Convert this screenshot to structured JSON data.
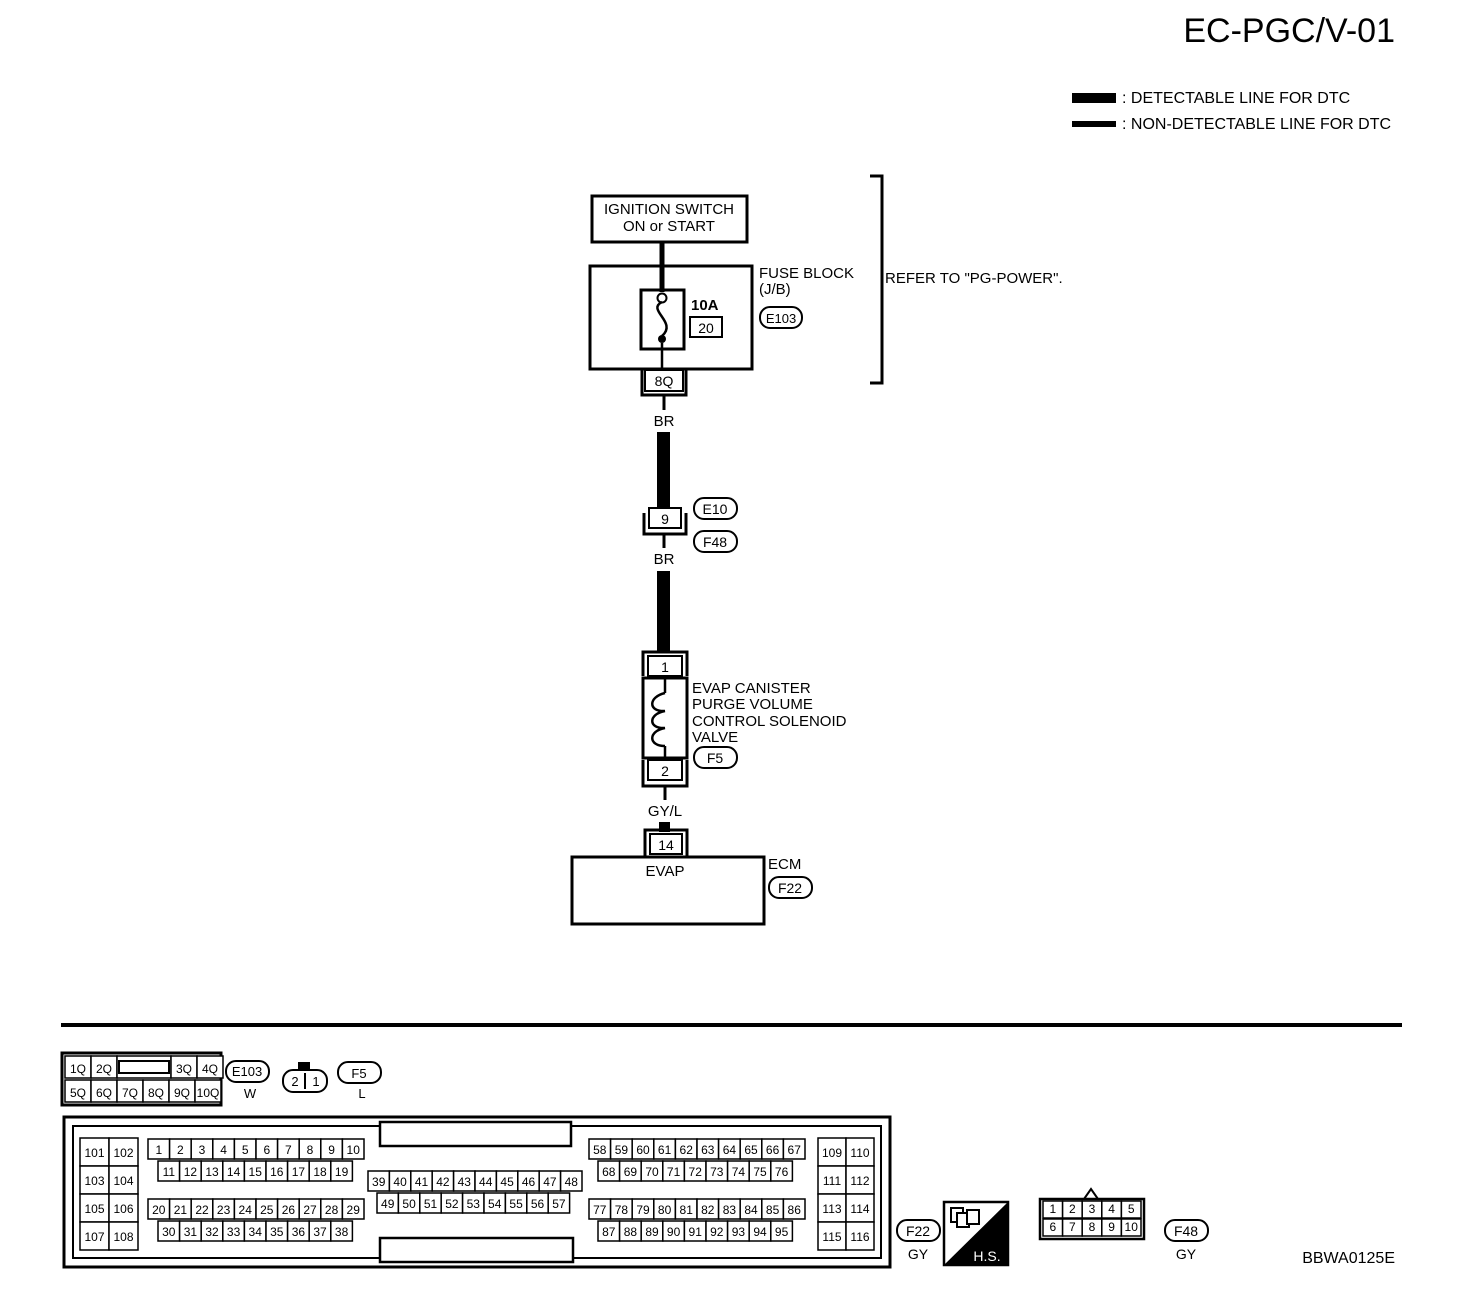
{
  "page_code": "EC-PGC/V-01",
  "legend": {
    "detectable": ": DETECTABLE LINE FOR DTC",
    "non_detectable": ": NON-DETECTABLE LINE FOR DTC"
  },
  "ignition": {
    "line1": "IGNITION SWITCH",
    "line2": "ON or START"
  },
  "fuse_block": {
    "line1": "FUSE BLOCK",
    "line2": "(J/B)",
    "connector": "E103",
    "fuse_rating": "10A",
    "fuse_number": "20",
    "terminal": "8Q"
  },
  "refer_note": "REFER TO \"PG-POWER\".",
  "wires": {
    "w1": "BR",
    "w2": "BR",
    "w3": "GY/L"
  },
  "joint": {
    "terminal": "9",
    "connector_top": "E10",
    "connector_bottom": "F48"
  },
  "solenoid": {
    "line1": "EVAP CANISTER",
    "line2": "PURGE VOLUME",
    "line3": "CONTROL SOLENOID",
    "line4": "VALVE",
    "connector": "F5",
    "terminal_top": "1",
    "terminal_bottom": "2"
  },
  "ecm": {
    "label": "ECM",
    "connector": "F22",
    "terminal": "14",
    "function": "EVAP"
  },
  "connectors": {
    "e103": {
      "name": "E103",
      "color": "W",
      "row1": [
        "1Q",
        "2Q",
        "",
        "3Q",
        "4Q"
      ],
      "row2": [
        "5Q",
        "6Q",
        "7Q",
        "8Q",
        "9Q",
        "10Q"
      ]
    },
    "f5": {
      "name": "F5",
      "color": "L",
      "pins": [
        "2",
        "1"
      ]
    },
    "f22": {
      "name": "F22",
      "color": "GY",
      "left_col1": [
        "101",
        "103",
        "105",
        "107"
      ],
      "left_col2": [
        "102",
        "104",
        "106",
        "108"
      ],
      "g1_row1": [
        "1",
        "2",
        "3",
        "4",
        "5",
        "6",
        "7",
        "8",
        "9",
        "10"
      ],
      "g1_row2": [
        "11",
        "12",
        "13",
        "14",
        "15",
        "16",
        "17",
        "18",
        "19"
      ],
      "g1_row3": [
        "20",
        "21",
        "22",
        "23",
        "24",
        "25",
        "26",
        "27",
        "28",
        "29"
      ],
      "g1_row4": [
        "30",
        "31",
        "32",
        "33",
        "34",
        "35",
        "36",
        "37",
        "38"
      ],
      "g2_row1": [
        "39",
        "40",
        "41",
        "42",
        "43",
        "44",
        "45",
        "46",
        "47",
        "48"
      ],
      "g2_row2": [
        "49",
        "50",
        "51",
        "52",
        "53",
        "54",
        "55",
        "56",
        "57"
      ],
      "g3_row1": [
        "58",
        "59",
        "60",
        "61",
        "62",
        "63",
        "64",
        "65",
        "66",
        "67"
      ],
      "g3_row2": [
        "68",
        "69",
        "70",
        "71",
        "72",
        "73",
        "74",
        "75",
        "76"
      ],
      "g3_row3": [
        "77",
        "78",
        "79",
        "80",
        "81",
        "82",
        "83",
        "84",
        "85",
        "86"
      ],
      "g3_row4": [
        "87",
        "88",
        "89",
        "90",
        "91",
        "92",
        "93",
        "94",
        "95"
      ],
      "right_col1": [
        "109",
        "111",
        "113",
        "115"
      ],
      "right_col2": [
        "110",
        "112",
        "114",
        "116"
      ]
    },
    "f48": {
      "name": "F48",
      "color": "GY",
      "row1": [
        "1",
        "2",
        "3",
        "4",
        "5"
      ],
      "row2": [
        "6",
        "7",
        "8",
        "9",
        "10"
      ]
    }
  },
  "hs_label": "H.S.",
  "figure_id": "BBWA0125E"
}
